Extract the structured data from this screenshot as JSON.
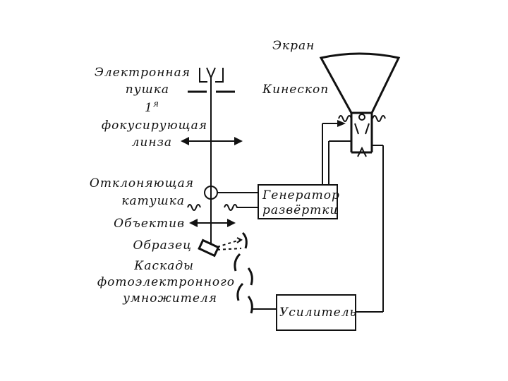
{
  "labels": {
    "screen": "Экран",
    "kinescope": "Кинескоп",
    "gun_line1": "Электронная",
    "gun_line2": "пушка",
    "lens_line1": "1",
    "lens_sup": "я",
    "lens_line2": "фокусирующая",
    "lens_line3": "линза",
    "deflect_line1": "Отклоняющая",
    "deflect_line2": "катушка",
    "objective": "Объектив",
    "sample": "Образец",
    "cascade_line1": "Каскады",
    "cascade_line2": "фотоэлектронного",
    "cascade_line3": "умножителя"
  },
  "boxes": {
    "generator_line1": "Генератор",
    "generator_line2": "развёртки",
    "amplifier": "Усилитель"
  }
}
